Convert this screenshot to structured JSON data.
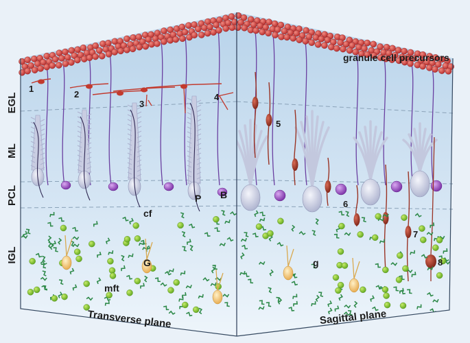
{
  "layers": [
    {
      "key": "egl",
      "label": "EGL"
    },
    {
      "key": "ml",
      "label": "ML"
    },
    {
      "key": "pcl",
      "label": "PCL"
    },
    {
      "key": "igl",
      "label": "IGL"
    }
  ],
  "planes": {
    "left": "Transverse plane",
    "right": "Sagittal plane"
  },
  "labels": {
    "granule_precursors": "granule cell precursors",
    "cf": "cf",
    "mft": "mft",
    "P": "P",
    "B": "B",
    "G": "G",
    "g": "g"
  },
  "stages": [
    "1",
    "2",
    "3",
    "4",
    "5",
    "6",
    "7",
    "8"
  ],
  "colors": {
    "face_top": "#bcd6ec",
    "face_bottom": "#e9f2fa",
    "egl_cells": "#d23b3b",
    "migrating_cell": "#c23a2e",
    "mature_granule": "#9a3324",
    "purkinje": "#c9cde2",
    "basket": "#8a3fb5",
    "fiber": "#6a3fa0",
    "mossy": "#2f8a4a",
    "granule_green": "#7bbf2a",
    "golgi": "#f3c060"
  }
}
